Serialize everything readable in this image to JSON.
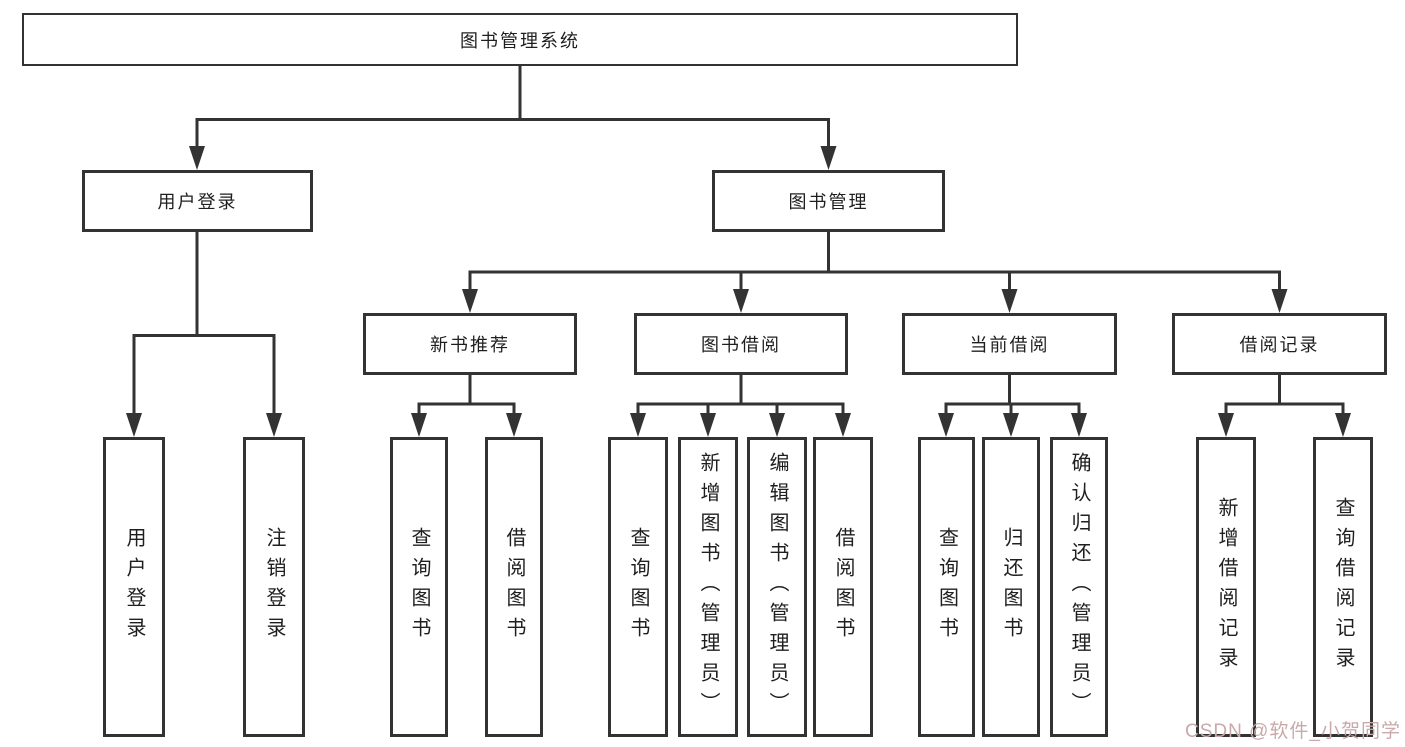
{
  "diagram": {
    "root": {
      "label": "图书管理系统"
    },
    "level2": {
      "user_login": {
        "label": "用户登录"
      },
      "book_mgmt": {
        "label": "图书管理"
      }
    },
    "level3": {
      "new_books": {
        "label": "新书推荐"
      },
      "book_borrow": {
        "label": "图书借阅"
      },
      "current_borrow": {
        "label": "当前借阅"
      },
      "borrow_records": {
        "label": "借阅记录"
      }
    },
    "leaves": {
      "user_login": [
        "用户登录",
        "注销登录"
      ],
      "new_books": [
        "查询图书",
        "借阅图书"
      ],
      "book_borrow": [
        "查询图书",
        "新增图书（管理员）",
        "编辑图书（管理员）",
        "借阅图书"
      ],
      "current_borrow": [
        "查询图书",
        "归还图书",
        "确认归还（管理员）"
      ],
      "borrow_records": [
        "新增借阅记录",
        "查询借阅记录"
      ]
    }
  },
  "colors": {
    "line": "#333333",
    "box_border": "#333333",
    "text": "#1f1f1f",
    "watermark": "#c9a9a9"
  },
  "watermark": {
    "text": "CSDN @软件_小贺同学"
  }
}
